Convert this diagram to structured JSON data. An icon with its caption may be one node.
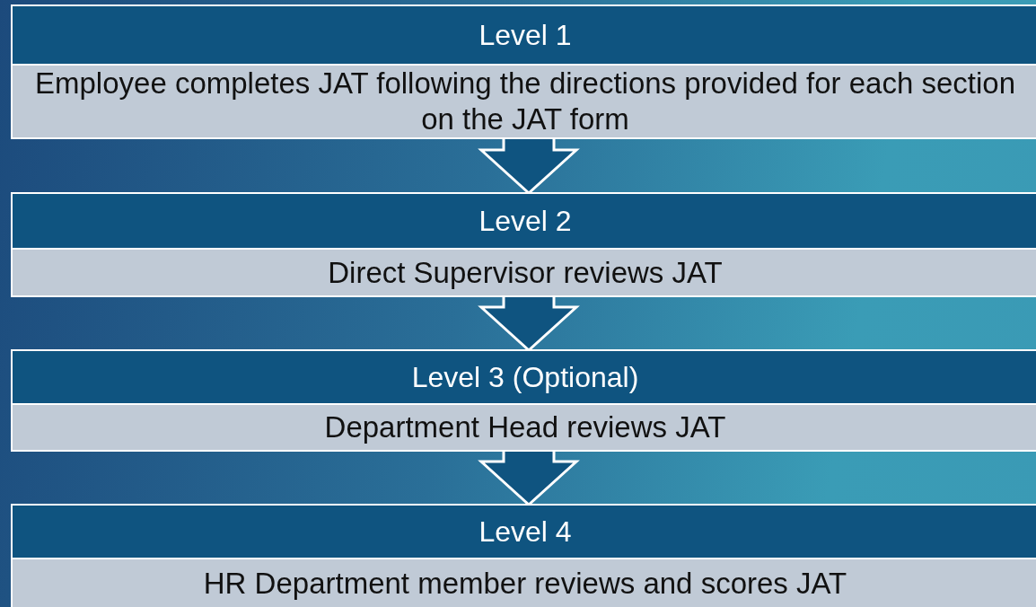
{
  "diagram": {
    "nodes": [
      {
        "text": [
          "Level 1",
          "Employee completes JAT following the directions provided for each section on the JAT form"
        ]
      },
      {
        "text": [
          "Level 2",
          "Direct Supervisor reviews JAT"
        ]
      },
      {
        "text": [
          "Level 3 (Optional)",
          "Department Head reviews JAT"
        ]
      },
      {
        "text": [
          "Level 4",
          "HR Department member reviews and scores JAT"
        ]
      }
    ],
    "edges": [
      {
        "from": 0,
        "to": 1,
        "arrow": "to"
      },
      {
        "from": 1,
        "to": 2,
        "arrow": "to"
      },
      {
        "from": 2,
        "to": 3,
        "arrow": "to"
      }
    ]
  }
}
